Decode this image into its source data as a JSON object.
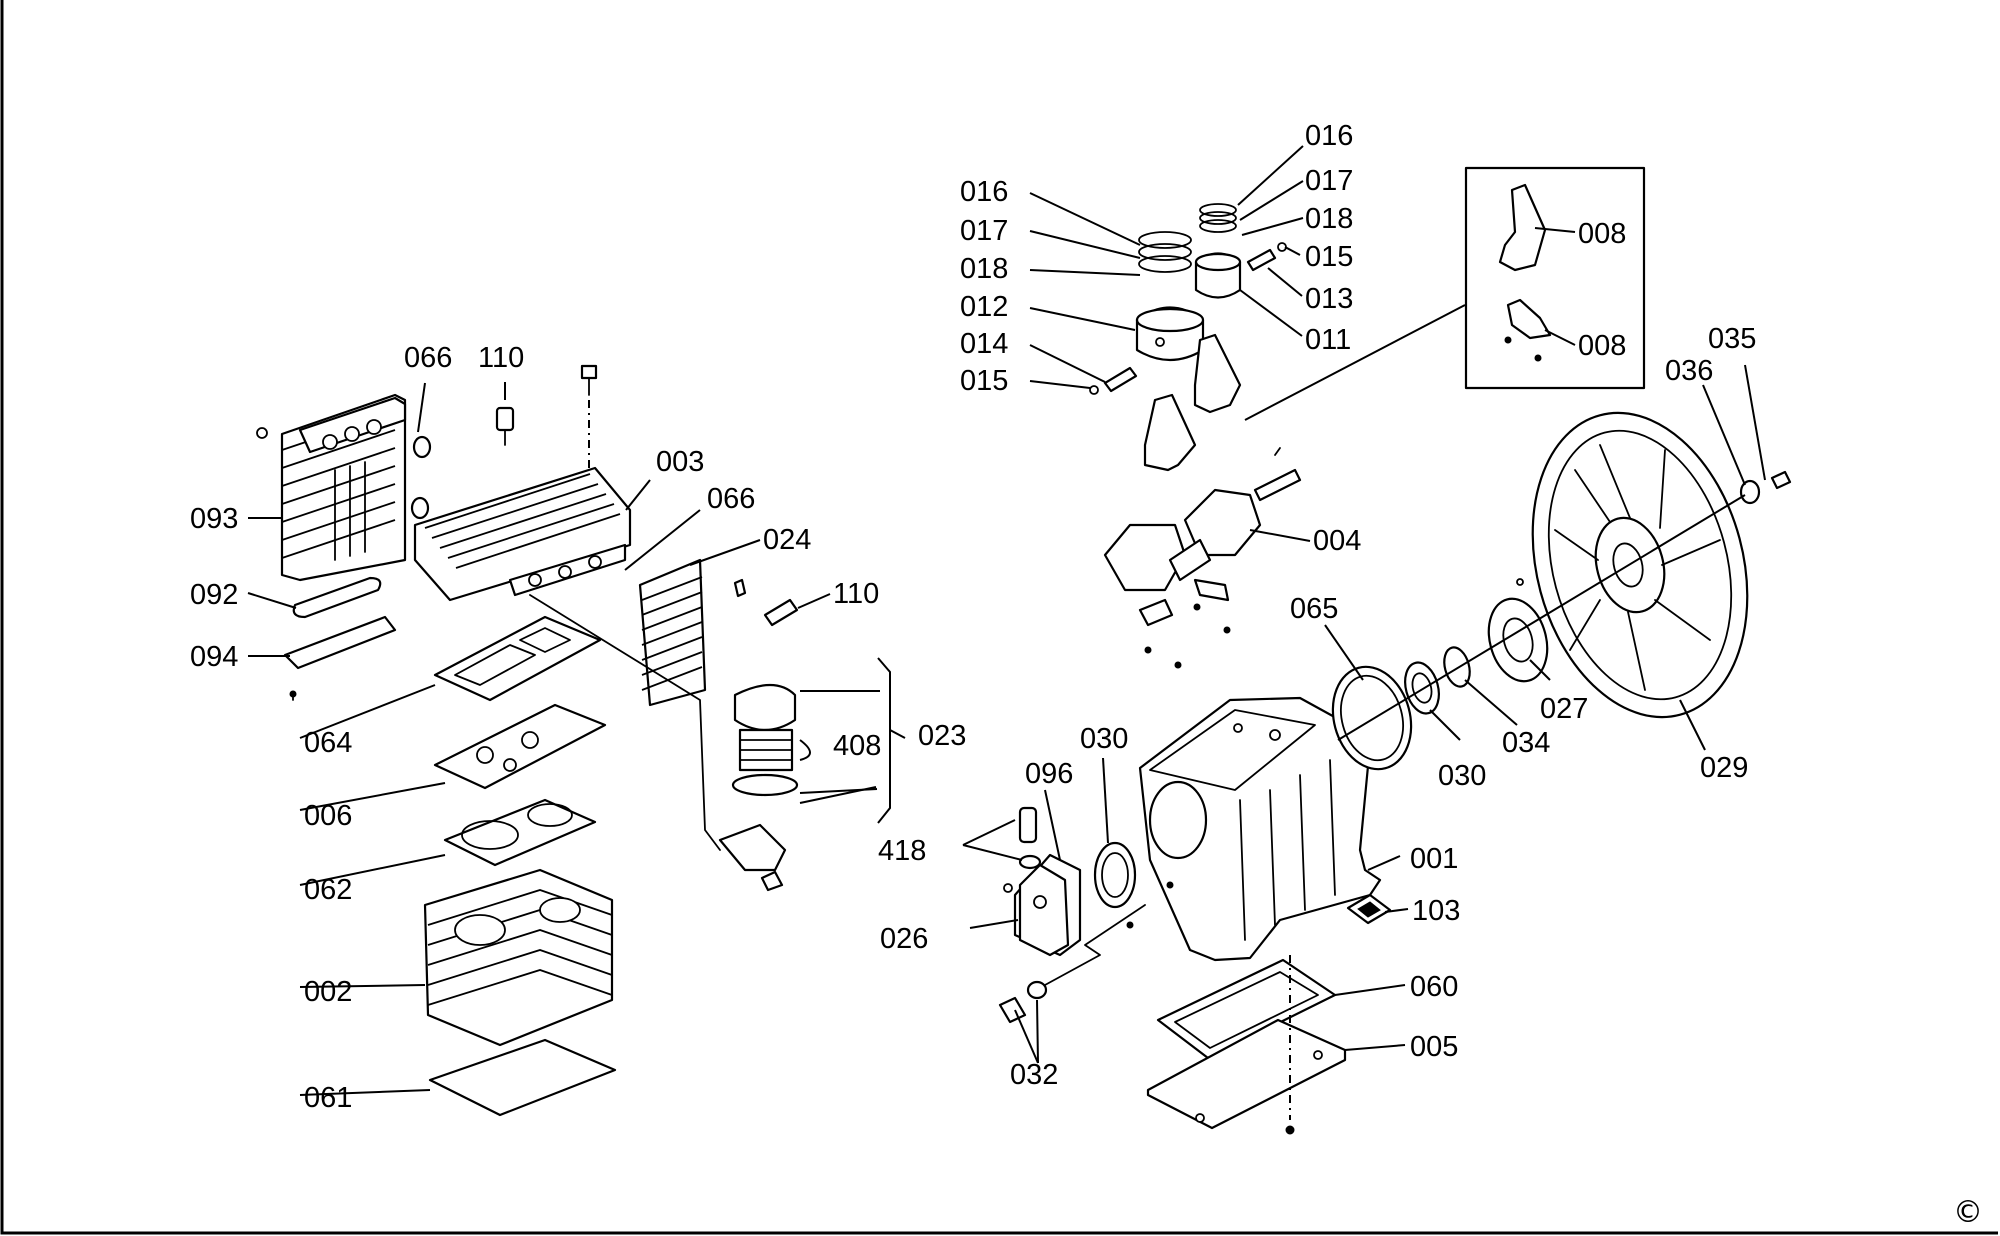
{
  "labels": {
    "p016a": "016",
    "p017a": "017",
    "p018a": "018",
    "p015a": "015",
    "p013": "013",
    "p011": "011",
    "p016b": "016",
    "p017b": "017",
    "p018b": "018",
    "p012": "012",
    "p014": "014",
    "p015b": "015",
    "p008a": "008",
    "p008b": "008",
    "p035": "035",
    "p036": "036",
    "p066a": "066",
    "p110a": "110",
    "p003": "003",
    "p066b": "066",
    "p024": "024",
    "p110b": "110",
    "p093": "093",
    "p092": "092",
    "p094": "094",
    "p004": "004",
    "p065": "065",
    "p023": "023",
    "p408": "408",
    "p418": "418",
    "p030a": "030",
    "p096": "096",
    "p064": "064",
    "p006": "006",
    "p062": "062",
    "p002": "002",
    "p061": "061",
    "p030b": "030",
    "p034": "034",
    "p027": "027",
    "p029": "029",
    "p001": "001",
    "p103": "103",
    "p026": "026",
    "p060": "060",
    "p005": "005",
    "p032": "032"
  },
  "copyright": "©"
}
